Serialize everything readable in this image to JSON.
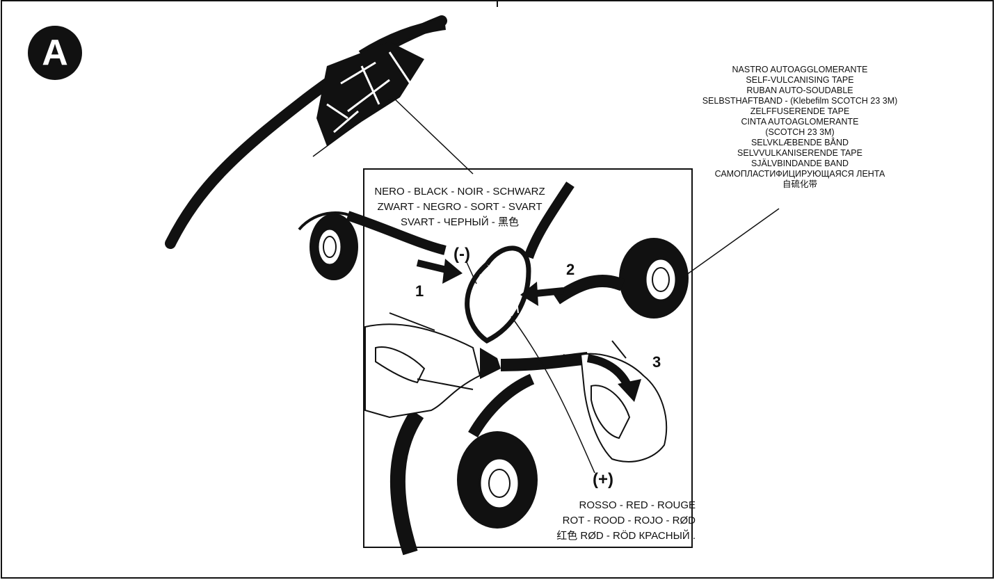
{
  "badge": "A",
  "tape_labels": [
    "NASTRO AUTOAGGLOMERANTE",
    "SELF-VULCANISING TAPE",
    "RUBAN AUTO-SOUDABLE",
    "SELBSTHAFTBAND - (Klebefilm SCOTCH 23 3M)",
    "ZELFFUSERENDE TAPE",
    "CINTA AUTOAGLOMERANTE",
    "(SCOTCH 23 3M)",
    "SELVKLÆBENDE BÅND",
    "SELVVULKANISERENDE TAPE",
    "SJÄLVBINDANDE BAND",
    "САМОПЛАСТИФИЦИРУЮЩАЯСЯ ЛЕНТА",
    "自硫化带"
  ],
  "black_labels": [
    "NERO - BLACK - NOIR - SCHWARZ",
    "ZWART - NEGRO - SORT - SVART",
    "SVART - ЧЕРНЫЙ - 黑色"
  ],
  "red_labels": [
    "ROSSO - RED - ROUGE",
    "ROT - ROOD - ROJO - RØD",
    "红色 RØD - RÖD  КРАСНЫЙ   ."
  ],
  "steps": {
    "one": "1",
    "two": "2",
    "three": "3"
  },
  "polarity": {
    "negative": "(-)",
    "positive": "(+)"
  }
}
